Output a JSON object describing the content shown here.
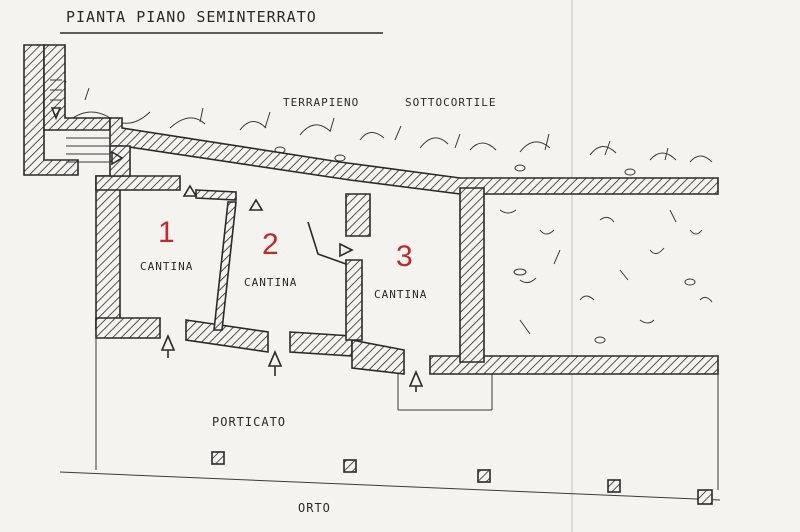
{
  "title": "PIANTA PIANO SEMINTERRATO",
  "labels": {
    "terrapieno": "TERRAPIENO",
    "sottocortile": "SOTTOCORTILE",
    "porticato": "PORTICATO",
    "orto": "ORTO"
  },
  "rooms": [
    {
      "number": "1",
      "name": "CANTINA"
    },
    {
      "number": "2",
      "name": "CANTINA"
    },
    {
      "number": "3",
      "name": "CANTINA"
    }
  ],
  "colors": {
    "ink": "#2a2a2a",
    "number": "#c0282a",
    "paper": "#f4f3ef"
  }
}
